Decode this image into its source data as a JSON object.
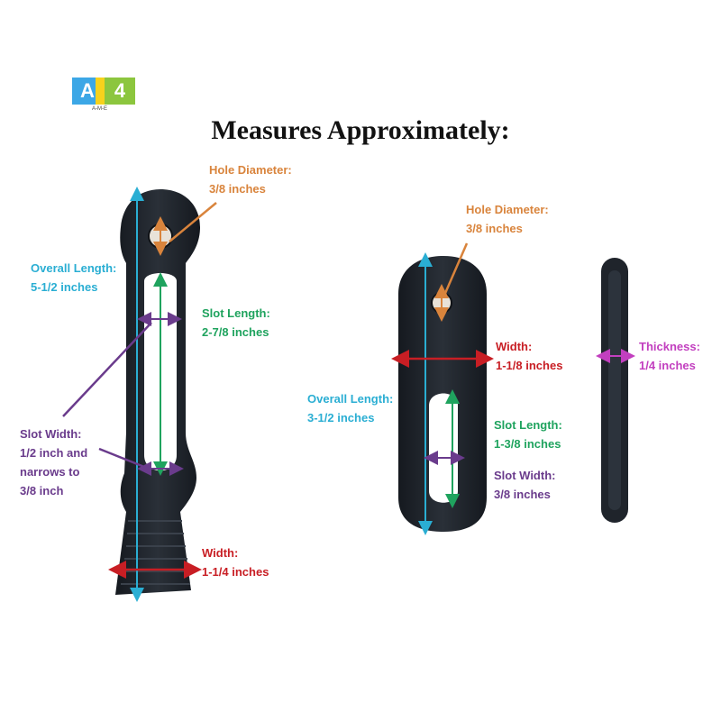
{
  "logo": {
    "text_left": "A",
    "text_right": "4",
    "subtext": "A-M-E"
  },
  "title": "Measures Approximately:",
  "colors": {
    "hole": "#d9843c",
    "length": "#2aaed3",
    "slot_length": "#1fa35e",
    "slot_width": "#6a3b8c",
    "width": "#c81e24",
    "thickness": "#c23fbf",
    "rubber": "#1f242b"
  },
  "large_strap": {
    "hole": {
      "title": "Hole Diameter:",
      "value": "3/8 inches"
    },
    "overall": {
      "title": "Overall Length:",
      "value": "5-1/2 inches"
    },
    "slot_length": {
      "title": "Slot Length:",
      "value": "2-7/8 inches"
    },
    "slot_width": {
      "l1": "Slot Width:",
      "l2": "1/2 inch and",
      "l3": "narrows to",
      "l4": "3/8 inch"
    },
    "width": {
      "title": "Width:",
      "value": "1-1/4 inches"
    }
  },
  "small_strap": {
    "hole": {
      "title": "Hole Diameter:",
      "value": "3/8 inches"
    },
    "width": {
      "title": "Width:",
      "value": "1-1/8 inches"
    },
    "overall": {
      "title": "Overall Length:",
      "value": "3-1/2 inches"
    },
    "slot_length": {
      "title": "Slot Length:",
      "value": "1-3/8 inches"
    },
    "slot_width": {
      "title": "Slot Width:",
      "value": "3/8 inches"
    }
  },
  "side_view": {
    "thickness": {
      "title": "Thickness:",
      "value": "1/4 inches"
    }
  }
}
